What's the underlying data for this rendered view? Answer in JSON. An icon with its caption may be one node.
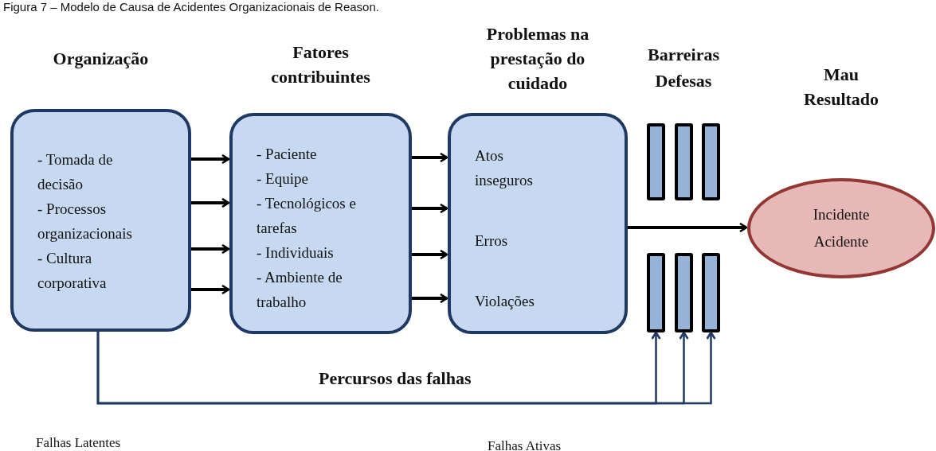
{
  "diagram": {
    "title": "Figura 7 – Modelo de Causa de Acidentes Organizacionais de Reason.",
    "nodes": [
      {
        "text": [
          "Organização",
          "- Tomada de decisão",
          "- Processos organizacionais",
          "- Cultura corporativa"
        ]
      },
      {
        "text": [
          "Fatores contribuintes",
          "- Paciente",
          "- Equipe",
          "- Tecnológicos e tarefas",
          "- Individuais",
          "- Ambiente de trabalho"
        ]
      },
      {
        "text": [
          "Problemas na prestação do cuidado",
          "Atos inseguros",
          "Erros",
          "Violações"
        ]
      },
      {
        "text": [],
        "shape": "bar"
      },
      {
        "text": [],
        "shape": "bar"
      },
      {
        "text": [],
        "shape": "bar"
      },
      {
        "text": [],
        "shape": "bar"
      },
      {
        "text": [],
        "shape": "bar"
      },
      {
        "text": [],
        "shape": "bar"
      },
      {
        "text": [
          "Mau Resultado",
          "Incidente Acidente"
        ]
      }
    ],
    "edges": [
      {
        "from": 0,
        "to": 1,
        "arrow": "to"
      },
      {
        "from": 0,
        "to": 1,
        "arrow": "to"
      },
      {
        "from": 0,
        "to": 1,
        "arrow": "to"
      },
      {
        "from": 0,
        "to": 1,
        "arrow": "to"
      },
      {
        "from": 1,
        "to": 2,
        "arrow": "to"
      },
      {
        "from": 1,
        "to": 2,
        "arrow": "to"
      },
      {
        "from": 1,
        "to": 2,
        "arrow": "to"
      },
      {
        "from": 1,
        "to": 2,
        "arrow": "to"
      },
      {
        "from": 2,
        "to": 9,
        "arrow": "to"
      },
      {
        "from": 0,
        "to": 6,
        "arrow": "to",
        "color": "#1f3864"
      },
      {
        "from": 0,
        "to": 7,
        "arrow": "to",
        "color": "#1f3864"
      },
      {
        "from": 0,
        "to": 8,
        "arrow": "to",
        "color": "#1f3864"
      }
    ],
    "labels": [
      "Barreiras Defesas",
      "Percursos das falhas",
      "Falhas Latentes",
      "Falhas Ativas"
    ]
  }
}
